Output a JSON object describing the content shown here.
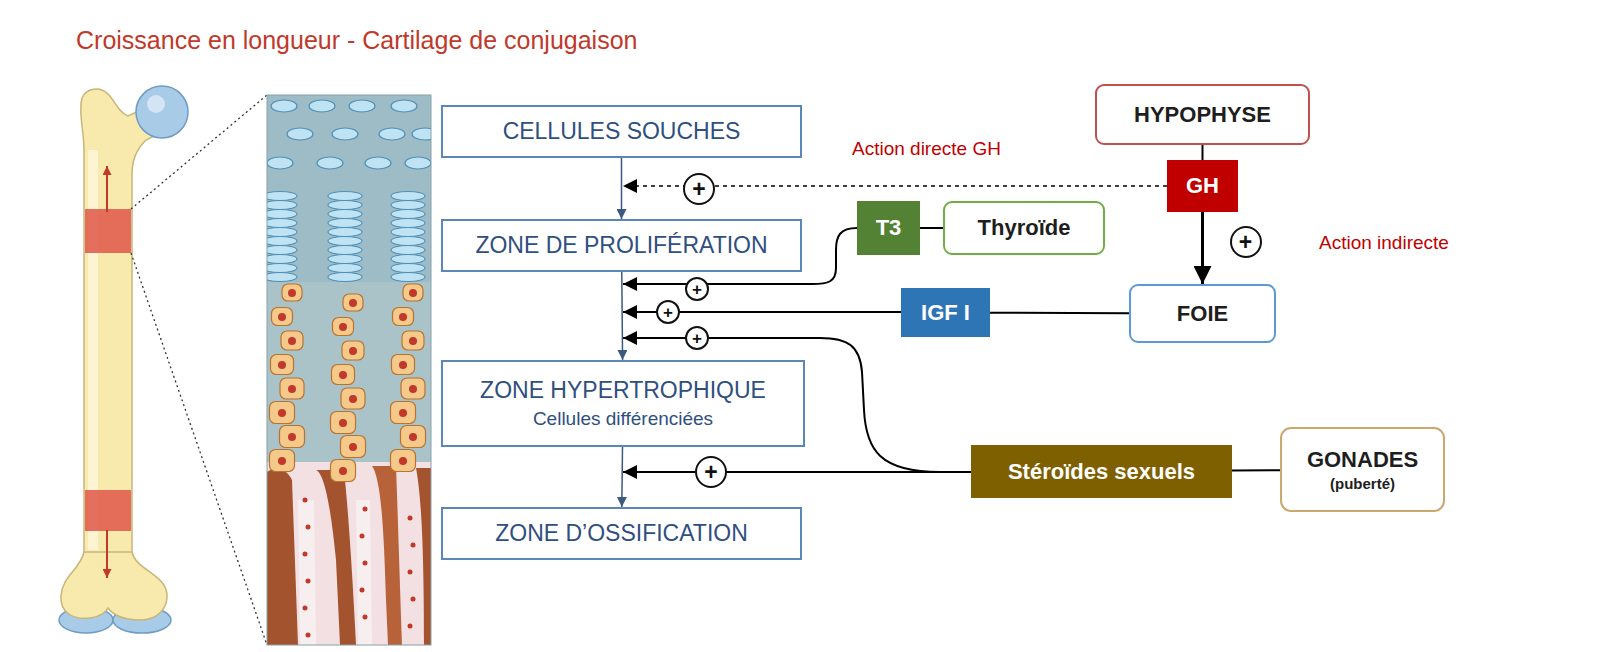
{
  "diagram": {
    "title": "Croissance en longueur - Cartilage de conjugaison",
    "nodes": [
      {
        "text": [
          "CELLULES SOUCHES"
        ]
      },
      {
        "text": [
          "ZONE DE PROLIFÉRATION"
        ]
      },
      {
        "text": [
          "ZONE HYPERTROPHIQUE",
          "Cellules différenciées"
        ]
      },
      {
        "text": [
          "ZONE D’OSSIFICATION"
        ]
      },
      {
        "text": [
          "HYPOPHYSE"
        ]
      },
      {
        "text": [
          "GH"
        ]
      },
      {
        "text": [
          "T3"
        ]
      },
      {
        "text": [
          "Thyroïde"
        ]
      },
      {
        "text": [
          "FOIE"
        ]
      },
      {
        "text": [
          "IGF I"
        ]
      },
      {
        "text": [
          "Stéroïdes sexuels"
        ]
      },
      {
        "text": [
          "GONADES",
          "(puberté)"
        ]
      }
    ],
    "edges": [
      {
        "from": 0,
        "to": 1,
        "arrow": "to"
      },
      {
        "from": 1,
        "to": 2,
        "arrow": "to"
      },
      {
        "from": 2,
        "to": 3,
        "arrow": "to"
      },
      {
        "from": 4,
        "to": 5,
        "arrow": "none"
      },
      {
        "from": 5,
        "to": 8,
        "label": "+",
        "arrow": "to"
      },
      {
        "from": 6,
        "to": 7,
        "arrow": "none"
      },
      {
        "from": 9,
        "to": 8,
        "arrow": "none"
      },
      {
        "from": 10,
        "to": 11,
        "arrow": "none"
      }
    ],
    "labels": [
      "Action directe GH",
      "+",
      "Action indirecte",
      "+",
      "+",
      "+",
      "+"
    ]
  }
}
